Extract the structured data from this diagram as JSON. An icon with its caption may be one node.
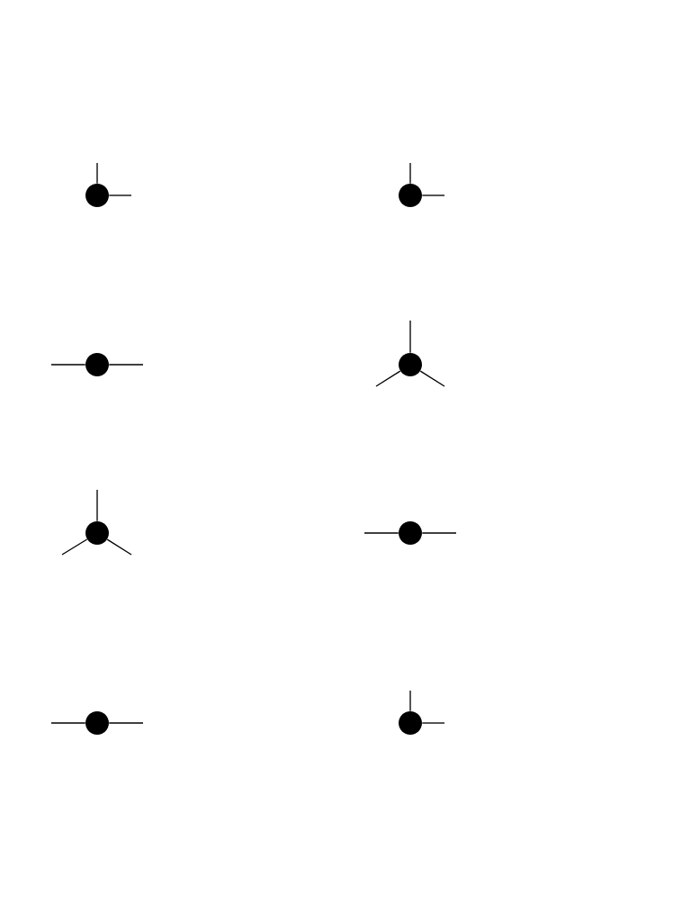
{
  "diagram": {
    "nodes": [
      {
        "text": [],
        "shape": "circle"
      },
      {
        "text": [],
        "shape": "circle"
      },
      {
        "text": [],
        "shape": "circle"
      },
      {
        "text": [],
        "shape": "circle"
      },
      {
        "text": [],
        "shape": "circle"
      },
      {
        "text": [],
        "shape": "circle"
      },
      {
        "text": [],
        "shape": "circle"
      },
      {
        "text": [],
        "shape": "circle"
      }
    ],
    "edges": [
      {
        "from": 0,
        "to": null,
        "arrow": "none"
      },
      {
        "from": 0,
        "to": null,
        "arrow": "none"
      },
      {
        "from": 1,
        "to": null,
        "arrow": "none"
      },
      {
        "from": 1,
        "to": null,
        "arrow": "none"
      },
      {
        "from": 2,
        "to": null,
        "arrow": "none"
      },
      {
        "from": 2,
        "to": null,
        "arrow": "none"
      },
      {
        "from": 3,
        "to": null,
        "arrow": "none"
      },
      {
        "from": 3,
        "to": null,
        "arrow": "none"
      },
      {
        "from": 3,
        "to": null,
        "arrow": "none"
      },
      {
        "from": 4,
        "to": null,
        "arrow": "none"
      },
      {
        "from": 4,
        "to": null,
        "arrow": "none"
      },
      {
        "from": 4,
        "to": null,
        "arrow": "none"
      },
      {
        "from": 5,
        "to": null,
        "arrow": "none"
      },
      {
        "from": 5,
        "to": null,
        "arrow": "none"
      },
      {
        "from": 6,
        "to": null,
        "arrow": "none"
      },
      {
        "from": 6,
        "to": null,
        "arrow": "none"
      },
      {
        "from": 7,
        "to": null,
        "arrow": "none"
      },
      {
        "from": 7,
        "to": null,
        "arrow": "none"
      }
    ]
  }
}
